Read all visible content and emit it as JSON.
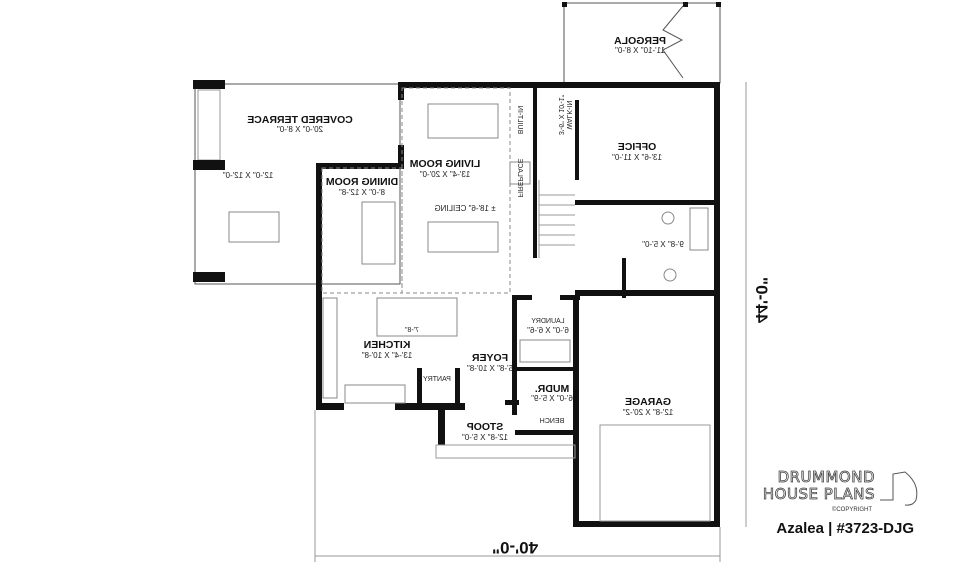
{
  "rooms": {
    "pergola": {
      "name": "PERGOLA",
      "dims": "11'-10\" X 8'-0\""
    },
    "covered_terrace": {
      "name": "COVERED TERRACE",
      "dims": "20'-0\" X 8'-0\"",
      "dims2": "12'-0\" X 12'-0\""
    },
    "living_room": {
      "name": "LIVING ROOM",
      "dims": "13'-4\" X 20'-0\"",
      "ceiling": "± 18'-6\" CEILING"
    },
    "dining_room": {
      "name": "DINING ROOM",
      "dims": "8'-0\" X 12'-8\""
    },
    "office": {
      "name": "OFFICE",
      "dims": "13'-6\" X 11'-0\""
    },
    "bathroom": {
      "dims": "9'-8\" X 5'-0\""
    },
    "kitchen": {
      "name": "KITCHEN",
      "dims": "13'-4\" X 10'-8\"",
      "island": "7'-8\""
    },
    "foyer": {
      "name": "FOYER",
      "dims": "5'-8\" X 10'-8\""
    },
    "laundry": {
      "name": "LAUNDRY",
      "dims": "6'-0\" X 6'-6\""
    },
    "mudroom": {
      "name": "MUDR.",
      "dims": "6'-0\" X 5'-9\"",
      "bench": "BENCH"
    },
    "pantry": {
      "name": "PANTRY"
    },
    "stoop": {
      "name": "STOOP",
      "dims": "12'-8\" X 5'-0\""
    },
    "garage": {
      "name": "GARAGE",
      "dims": "12'-8\" X 20'-2\""
    },
    "built_in": {
      "name": "BUILT-IN"
    },
    "fireplace": {
      "name": "FIREPLACE"
    },
    "walk_in": {
      "name": "WALK-IN",
      "dims": "3'-6\" X 10'-1\""
    }
  },
  "dimensions": {
    "depth": "44'-0\"",
    "width": "40'-0\""
  },
  "branding": {
    "line1": "DRUMMOND",
    "line2": "HOUSE PLANS",
    "copyright": "©COPYRIGHT",
    "plan_name": "Azalea | #3723-DJG"
  }
}
